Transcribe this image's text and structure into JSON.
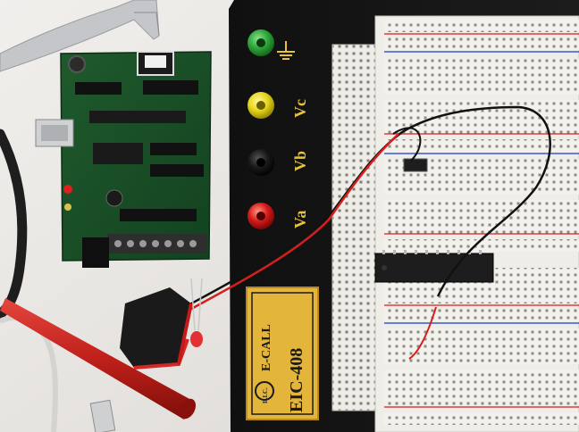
{
  "photo": {
    "breadboard_terminals": [
      {
        "label": "",
        "color": "#2fa83a"
      },
      {
        "label": "Vc",
        "color": "#e8d81a"
      },
      {
        "label": "Vb",
        "color": "#1a1a1a"
      },
      {
        "label": "Va",
        "color": "#d81a1a"
      }
    ],
    "plate": {
      "brand": "E-CALL",
      "model": "EIC-408",
      "logo_text": "E.I.C."
    }
  }
}
